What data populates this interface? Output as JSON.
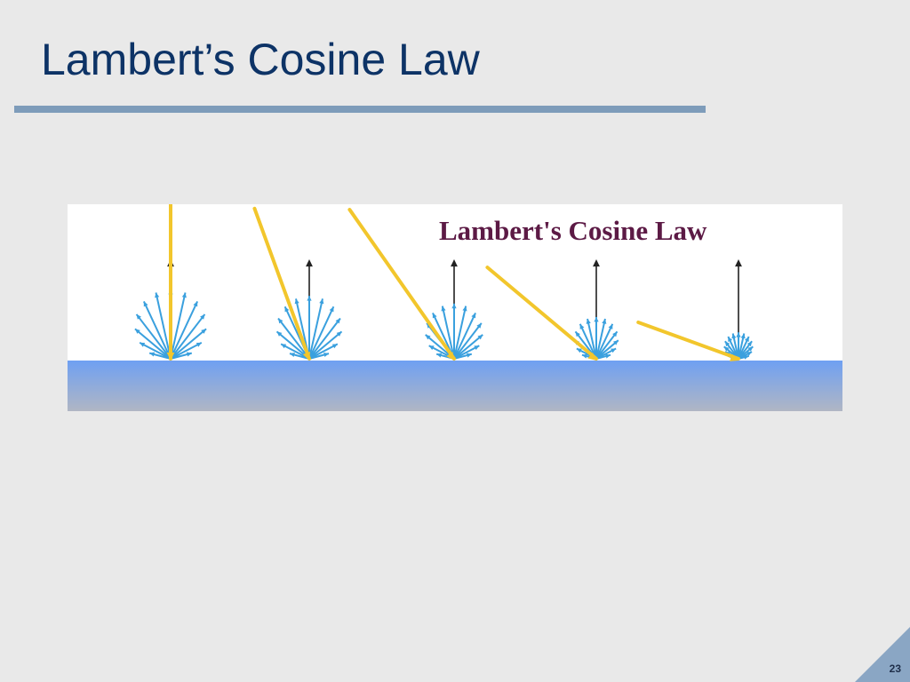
{
  "slide": {
    "title": "Lambert’s Cosine Law",
    "page_number": "23"
  },
  "figure": {
    "heading": "Lambert's Cosine Law",
    "incidences": [
      {
        "incidence_deg": 0,
        "spread_strength": 1.0
      },
      {
        "incidence_deg": 20,
        "spread_strength": 0.9
      },
      {
        "incidence_deg": 35,
        "spread_strength": 0.78
      },
      {
        "incidence_deg": 50,
        "spread_strength": 0.57
      },
      {
        "incidence_deg": 70,
        "spread_strength": 0.33
      }
    ],
    "colors": {
      "incident_ray": "#f2c62c",
      "reflected_ray": "#3aa0de",
      "normal": "#222222",
      "heading": "#5c1a45",
      "surface_top": "#6fa0f2",
      "surface_bottom": "#b0b6c4"
    }
  }
}
